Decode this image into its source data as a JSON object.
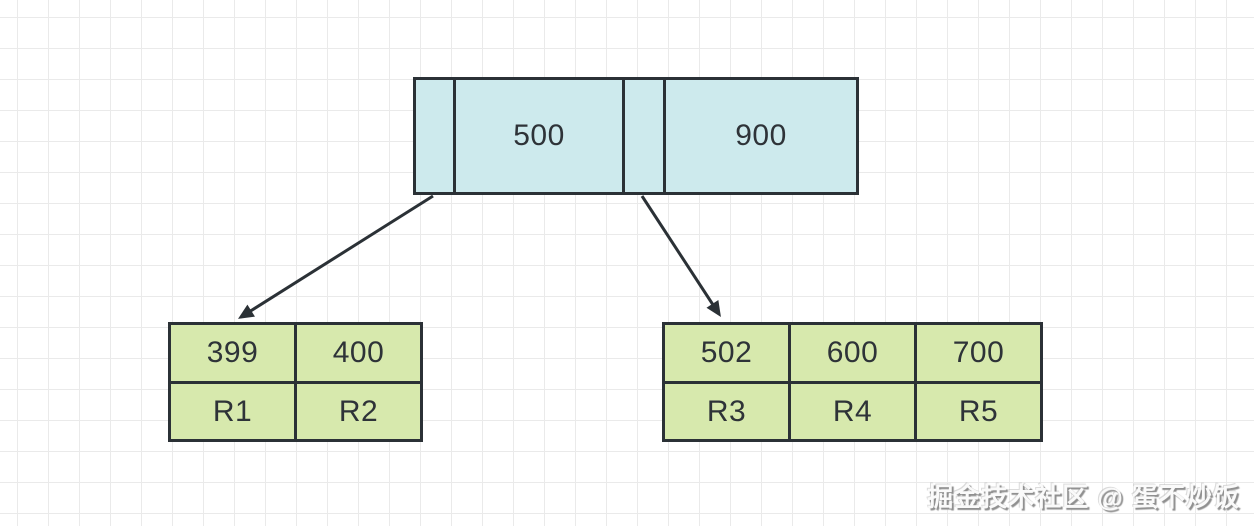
{
  "colors": {
    "root_fill": "#cdeaed",
    "leaf_fill": "#d7e9ad",
    "ink": "#2b3136",
    "text": "#2e3338",
    "grid": "#eaeaea",
    "bg": "#ffffff",
    "watermark_face": "#fafafa",
    "watermark_shadow": "#8f8f8f"
  },
  "diagram": {
    "type": "btree-index-diagram",
    "root": {
      "cells": [
        {
          "type": "child-pointer",
          "label": ""
        },
        {
          "type": "key",
          "label": "500"
        },
        {
          "type": "child-pointer",
          "label": ""
        },
        {
          "type": "key",
          "label": "900"
        }
      ]
    },
    "left_leaf": {
      "keys": [
        "399",
        "400"
      ],
      "records": [
        "R1",
        "R2"
      ]
    },
    "right_leaf": {
      "keys": [
        "502",
        "600",
        "700"
      ],
      "records": [
        "R3",
        "R4",
        "R5"
      ]
    },
    "edges": [
      {
        "from": "root-pointer-left",
        "to": "left-leaf"
      },
      {
        "from": "root-pointer-right",
        "to": "right-leaf"
      }
    ]
  },
  "watermark": {
    "text": "掘金技术社区 @ 蛋不炒饭"
  }
}
